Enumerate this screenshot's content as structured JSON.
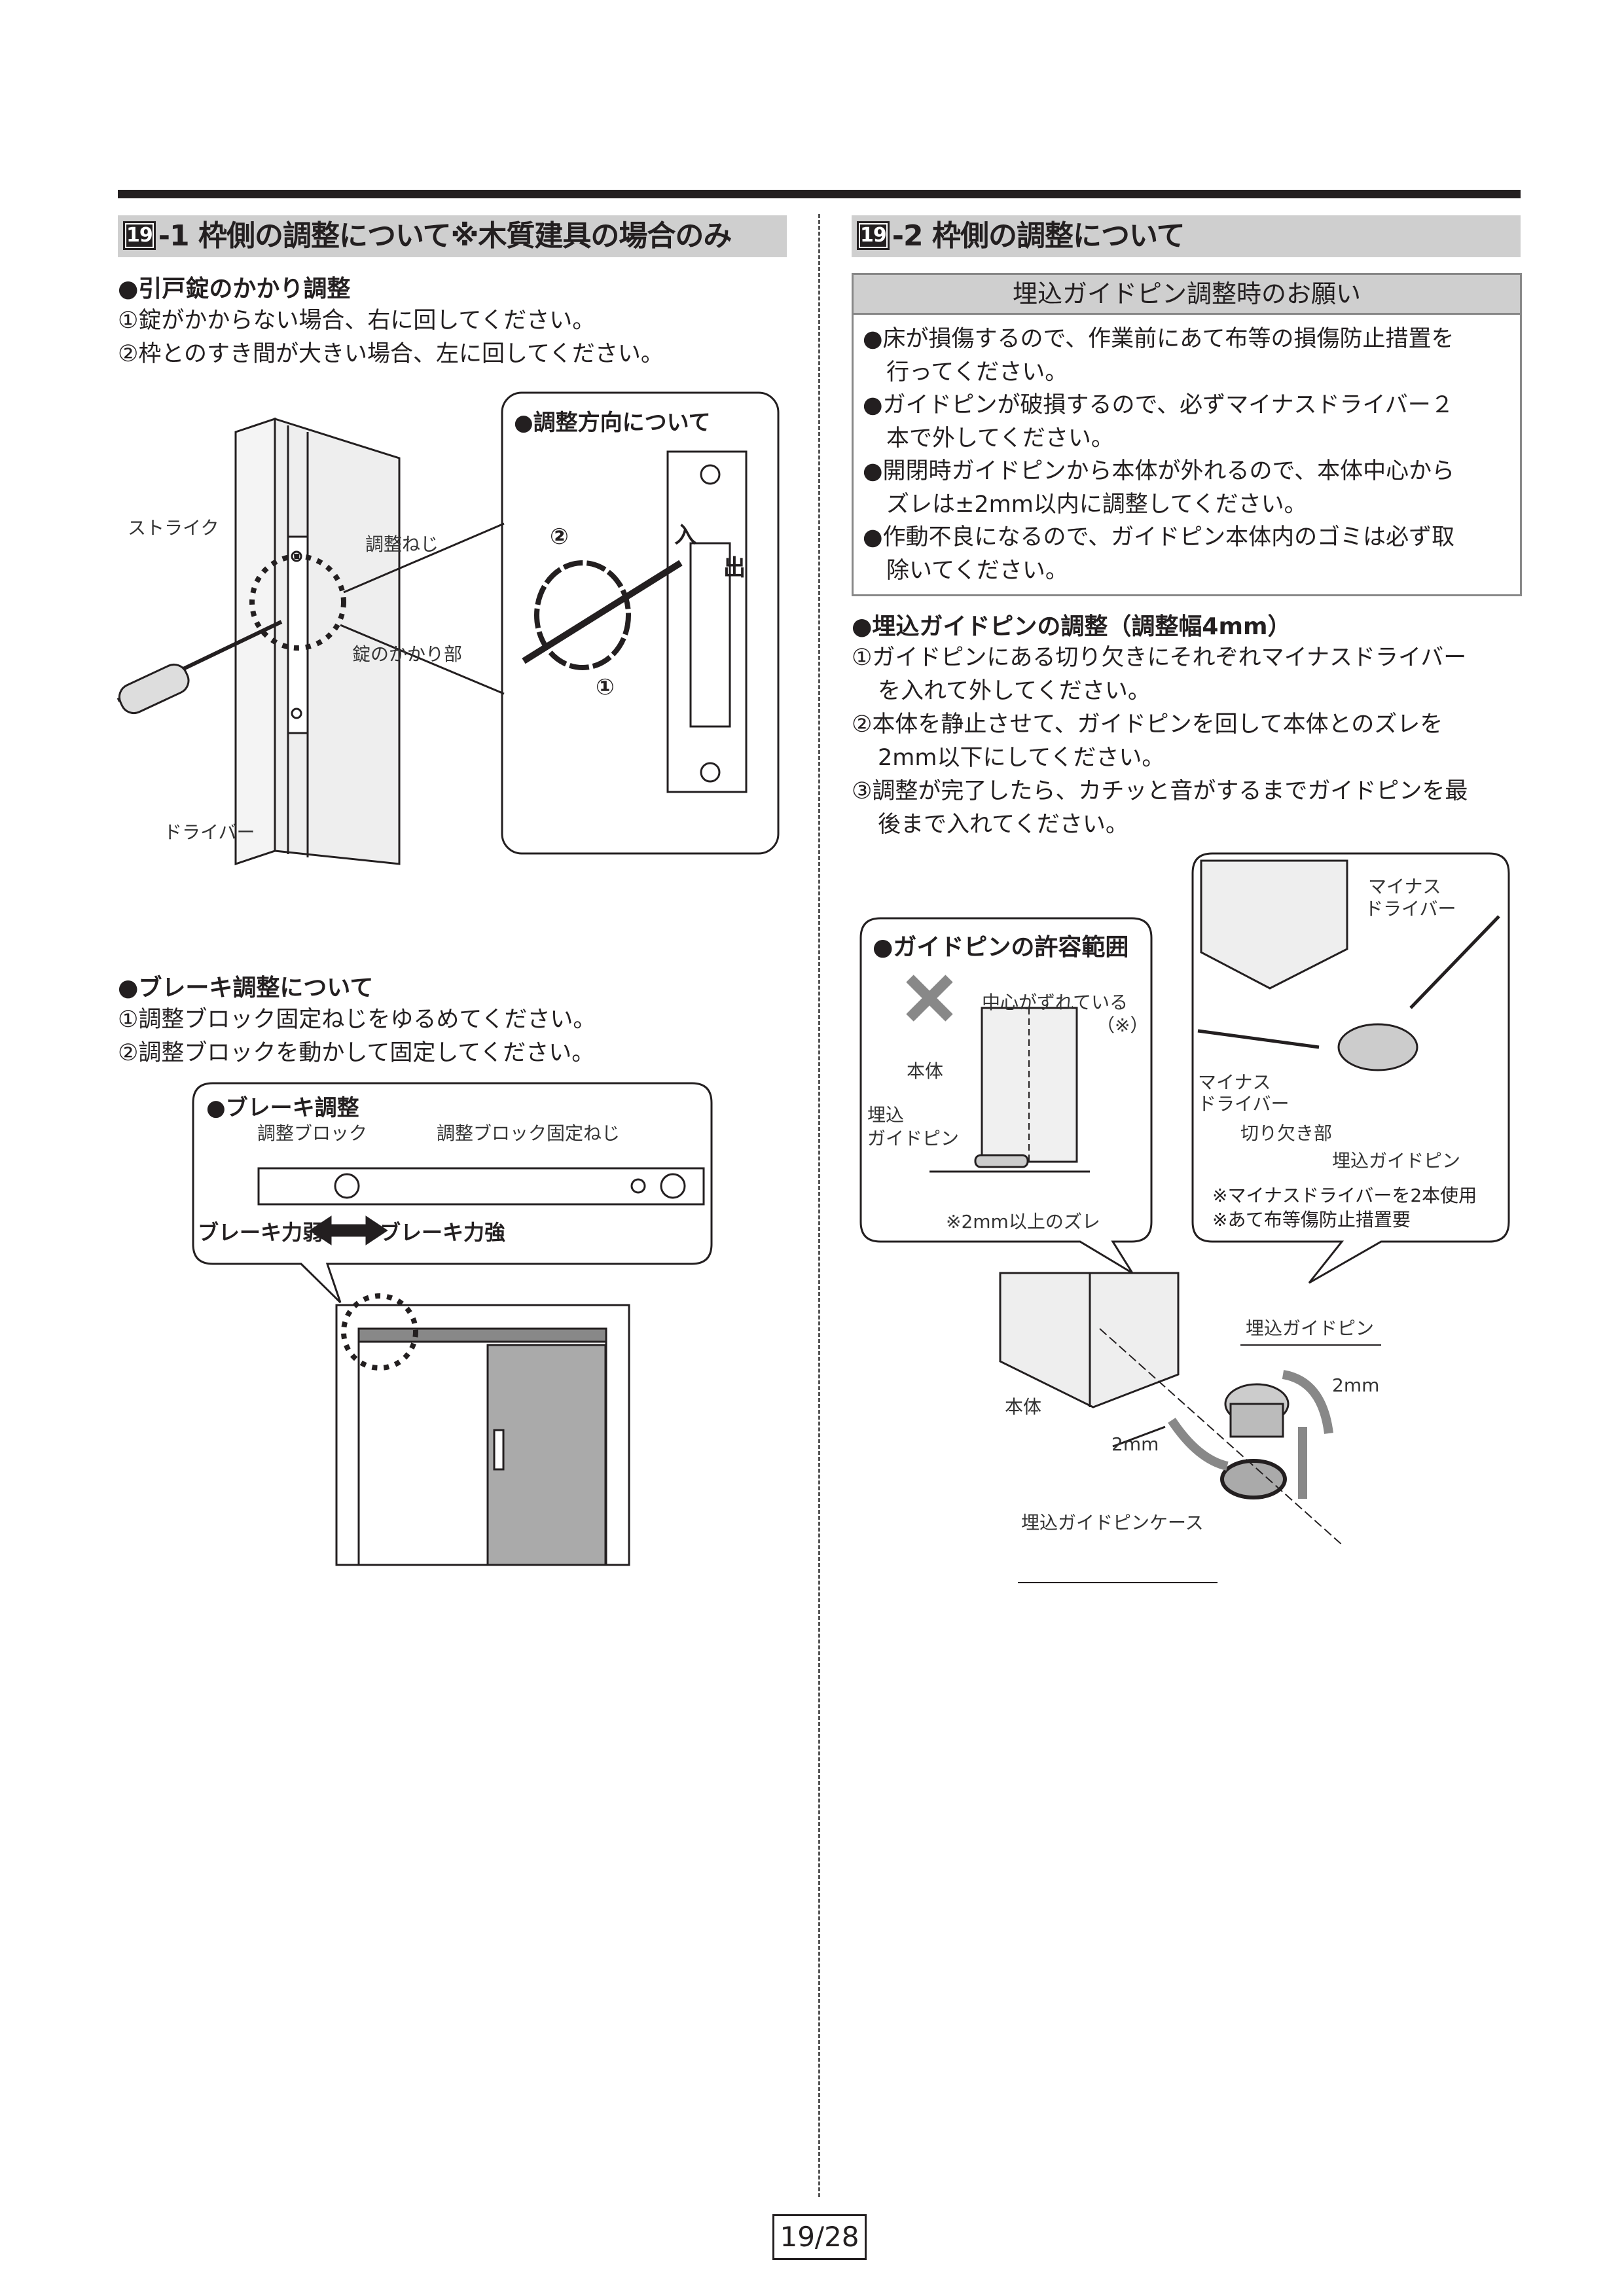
{
  "left": {
    "num": "19",
    "title": "-1 枠側の調整について※木質建具の場合のみ",
    "lock": {
      "heading": "●引戸錠のかかり調整",
      "steps": [
        "①錠がかからない場合、右に回してください。",
        "②枠とのすき間が大きい場合、左に回してください。"
      ],
      "labels": {
        "strike": "ストライク",
        "screw": "調整ねじ",
        "catch": "錠のかかり部",
        "driver": "ドライバー"
      },
      "callout": {
        "title": "●調整方向について",
        "mark1": "①",
        "mark2": "②",
        "in": "入",
        "out": "出"
      }
    },
    "brake": {
      "heading": "●ブレーキ調整について",
      "steps": [
        "①調整ブロック固定ねじをゆるめてください。",
        "②調整ブロックを動かして固定してください。"
      ],
      "callout": {
        "title": "●ブレーキ調整",
        "block": "調整ブロック",
        "block_screw": "調整ブロック固定ねじ",
        "weak": "ブレーキ力弱",
        "strong": "ブレーキ力強"
      }
    }
  },
  "right": {
    "num": "19",
    "title": "-2 枠側の調整について",
    "notice": {
      "title": "埋込ガイドピン調整時のお願い",
      "items": [
        [
          "●床が損傷するので、作業前にあて布等の損傷防止措置を",
          "行ってください。"
        ],
        [
          "●ガイドピンが破損するので、必ずマイナスドライバー２",
          "本で外してください。"
        ],
        [
          "●開閉時ガイドピンから本体が外れるので、本体中心から",
          "ズレは±2mm以内に調整してください。"
        ],
        [
          "●作動不良になるので、ガイドピン本体内のゴミは必ず取",
          "除いてください。"
        ]
      ]
    },
    "adjust": {
      "heading": "●埋込ガイドピンの調整（調整幅4mm）",
      "steps": [
        [
          "①ガイドピンにある切り欠きにそれぞれマイナスドライバー",
          "を入れて外してください。"
        ],
        [
          "②本体を静止させて、ガイドピンを回して本体とのズレを",
          "2mm以下にしてください。"
        ],
        [
          "③調整が完了したら、カチッと音がするまでガイドピンを最",
          "後まで入れてください。"
        ]
      ]
    },
    "tolerance": {
      "title": "●ガイドピンの許容範囲",
      "offcenter": "中心がずれている",
      "note_mark": "（※）",
      "body": "本体",
      "pin1": "埋込",
      "pin2": "ガイドピン",
      "note": "※2mm以上のズレ"
    },
    "removal": {
      "driver1a": "マイナス",
      "driver1b": "ドライバー",
      "driver2a": "マイナス",
      "driver2b": "ドライバー",
      "notch": "切り欠き部",
      "pin": "埋込ガイドピン",
      "note1": "※マイナスドライバーを2本使用",
      "note2": "※あて布等傷防止措置要"
    },
    "assembly": {
      "pin": "埋込ガイドピン",
      "body": "本体",
      "mm_a": "2mm",
      "mm_b": "2mm",
      "case": "埋込ガイドピンケース"
    }
  },
  "page": "19/28"
}
